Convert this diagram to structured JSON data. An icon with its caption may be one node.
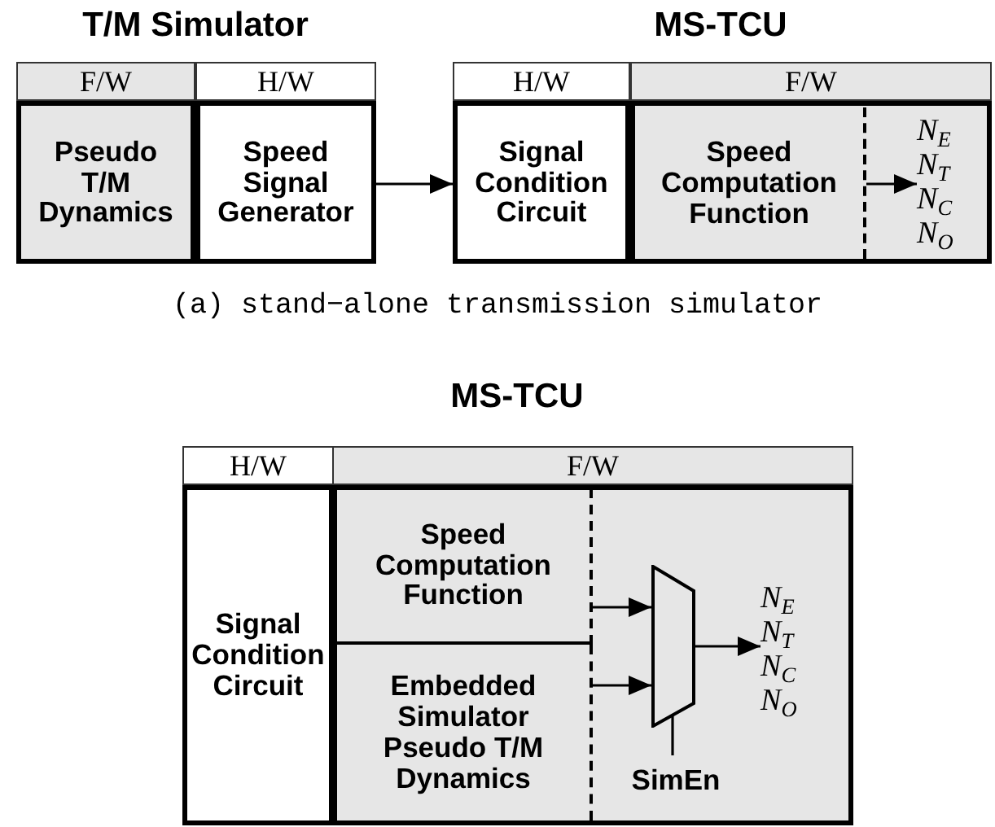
{
  "diagram": {
    "nodes": [
      {
        "text": [
          "T/M Simulator"
        ]
      },
      {
        "text": [
          "F/W",
          "Pseudo T/M Dynamics"
        ],
        "in": 0
      },
      {
        "text": [
          "H/W",
          "Speed Signal Generator"
        ],
        "in": 0
      },
      {
        "text": [
          "MS-TCU"
        ]
      },
      {
        "text": [
          "H/W",
          "Signal Condition Circuit"
        ],
        "in": 3
      },
      {
        "text": [
          "F/W"
        ],
        "in": 3
      },
      {
        "text": [
          "Speed Computation Function"
        ],
        "in": 5
      },
      {
        "text": [
          "N$_{E}$",
          "N$_{T}$",
          "N$_{C}$",
          "N$_{O}$"
        ],
        "in": 5
      },
      {
        "text": [
          "MS-TCU"
        ]
      },
      {
        "text": [
          "H/W",
          "Signal Condition Circuit"
        ],
        "in": 8
      },
      {
        "text": [
          "F/W"
        ],
        "in": 8
      },
      {
        "text": [
          "Speed Computation Function"
        ],
        "in": 10
      },
      {
        "text": [
          "Embedded Simulator Pseudo T/M Dynamics"
        ],
        "in": 10
      },
      {
        "text": [],
        "shape": "trapezoid",
        "in": 10
      },
      {
        "text": [
          "N$_{E}$",
          "N$_{T}$",
          "N$_{C}$",
          "N$_{O}$"
        ],
        "in": 10
      },
      {
        "text": [
          "SimEn"
        ],
        "in": 10
      }
    ],
    "edges": [
      {
        "from": 2,
        "to": 4,
        "arrow": "to"
      },
      {
        "from": 6,
        "to": 7,
        "arrow": "to"
      },
      {
        "from": 11,
        "to": 13,
        "arrow": "to"
      },
      {
        "from": 12,
        "to": 13,
        "arrow": "to"
      },
      {
        "from": 13,
        "to": 14,
        "arrow": "to"
      },
      {
        "from": 15,
        "to": 13,
        "arrow": "none"
      }
    ],
    "labels": [
      "(a) stand−alone transmission simulator"
    ]
  }
}
